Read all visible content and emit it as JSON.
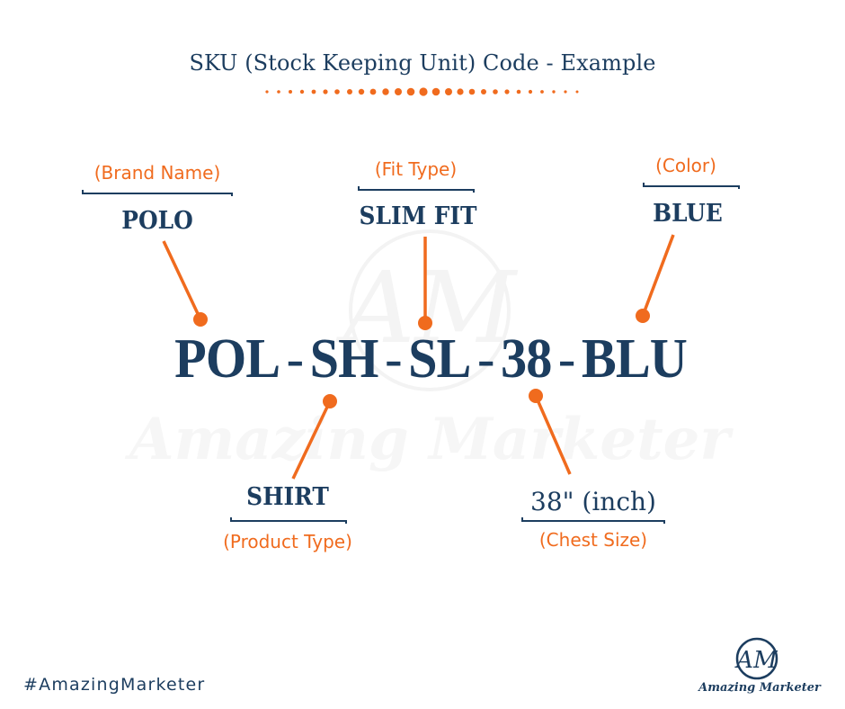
{
  "title": "SKU (Stock Keeping Unit) Code - Example",
  "colors": {
    "navy": "#1c3d5f",
    "orange": "#f06b1e",
    "watermark": "#f4f4f4",
    "background": "#ffffff"
  },
  "sku_code": {
    "segments": [
      "POL",
      "SH",
      "SL",
      "38",
      "BLU"
    ],
    "separator": "-"
  },
  "annotations": {
    "brand": {
      "category": "(Brand Name)",
      "value": "POLO",
      "segment": "POL",
      "position": "top"
    },
    "fit": {
      "category": "(Fit Type)",
      "value": "SLIM FIT",
      "segment": "SL",
      "position": "top"
    },
    "color": {
      "category": "(Color)",
      "value": "BLUE",
      "segment": "BLU",
      "position": "top"
    },
    "product": {
      "category": "(Product Type)",
      "value": "SHIRT",
      "segment": "SH",
      "position": "bottom"
    },
    "size": {
      "category": "(Chest Size)",
      "value": "38\" (inch)",
      "segment": "38",
      "position": "bottom"
    }
  },
  "watermark": {
    "monogram": "AM",
    "text": "Amazing Marketer"
  },
  "footer": {
    "hashtag": "#AmazingMarketer",
    "logo_monogram": "AM",
    "logo_text": "Amazing Marketer"
  }
}
